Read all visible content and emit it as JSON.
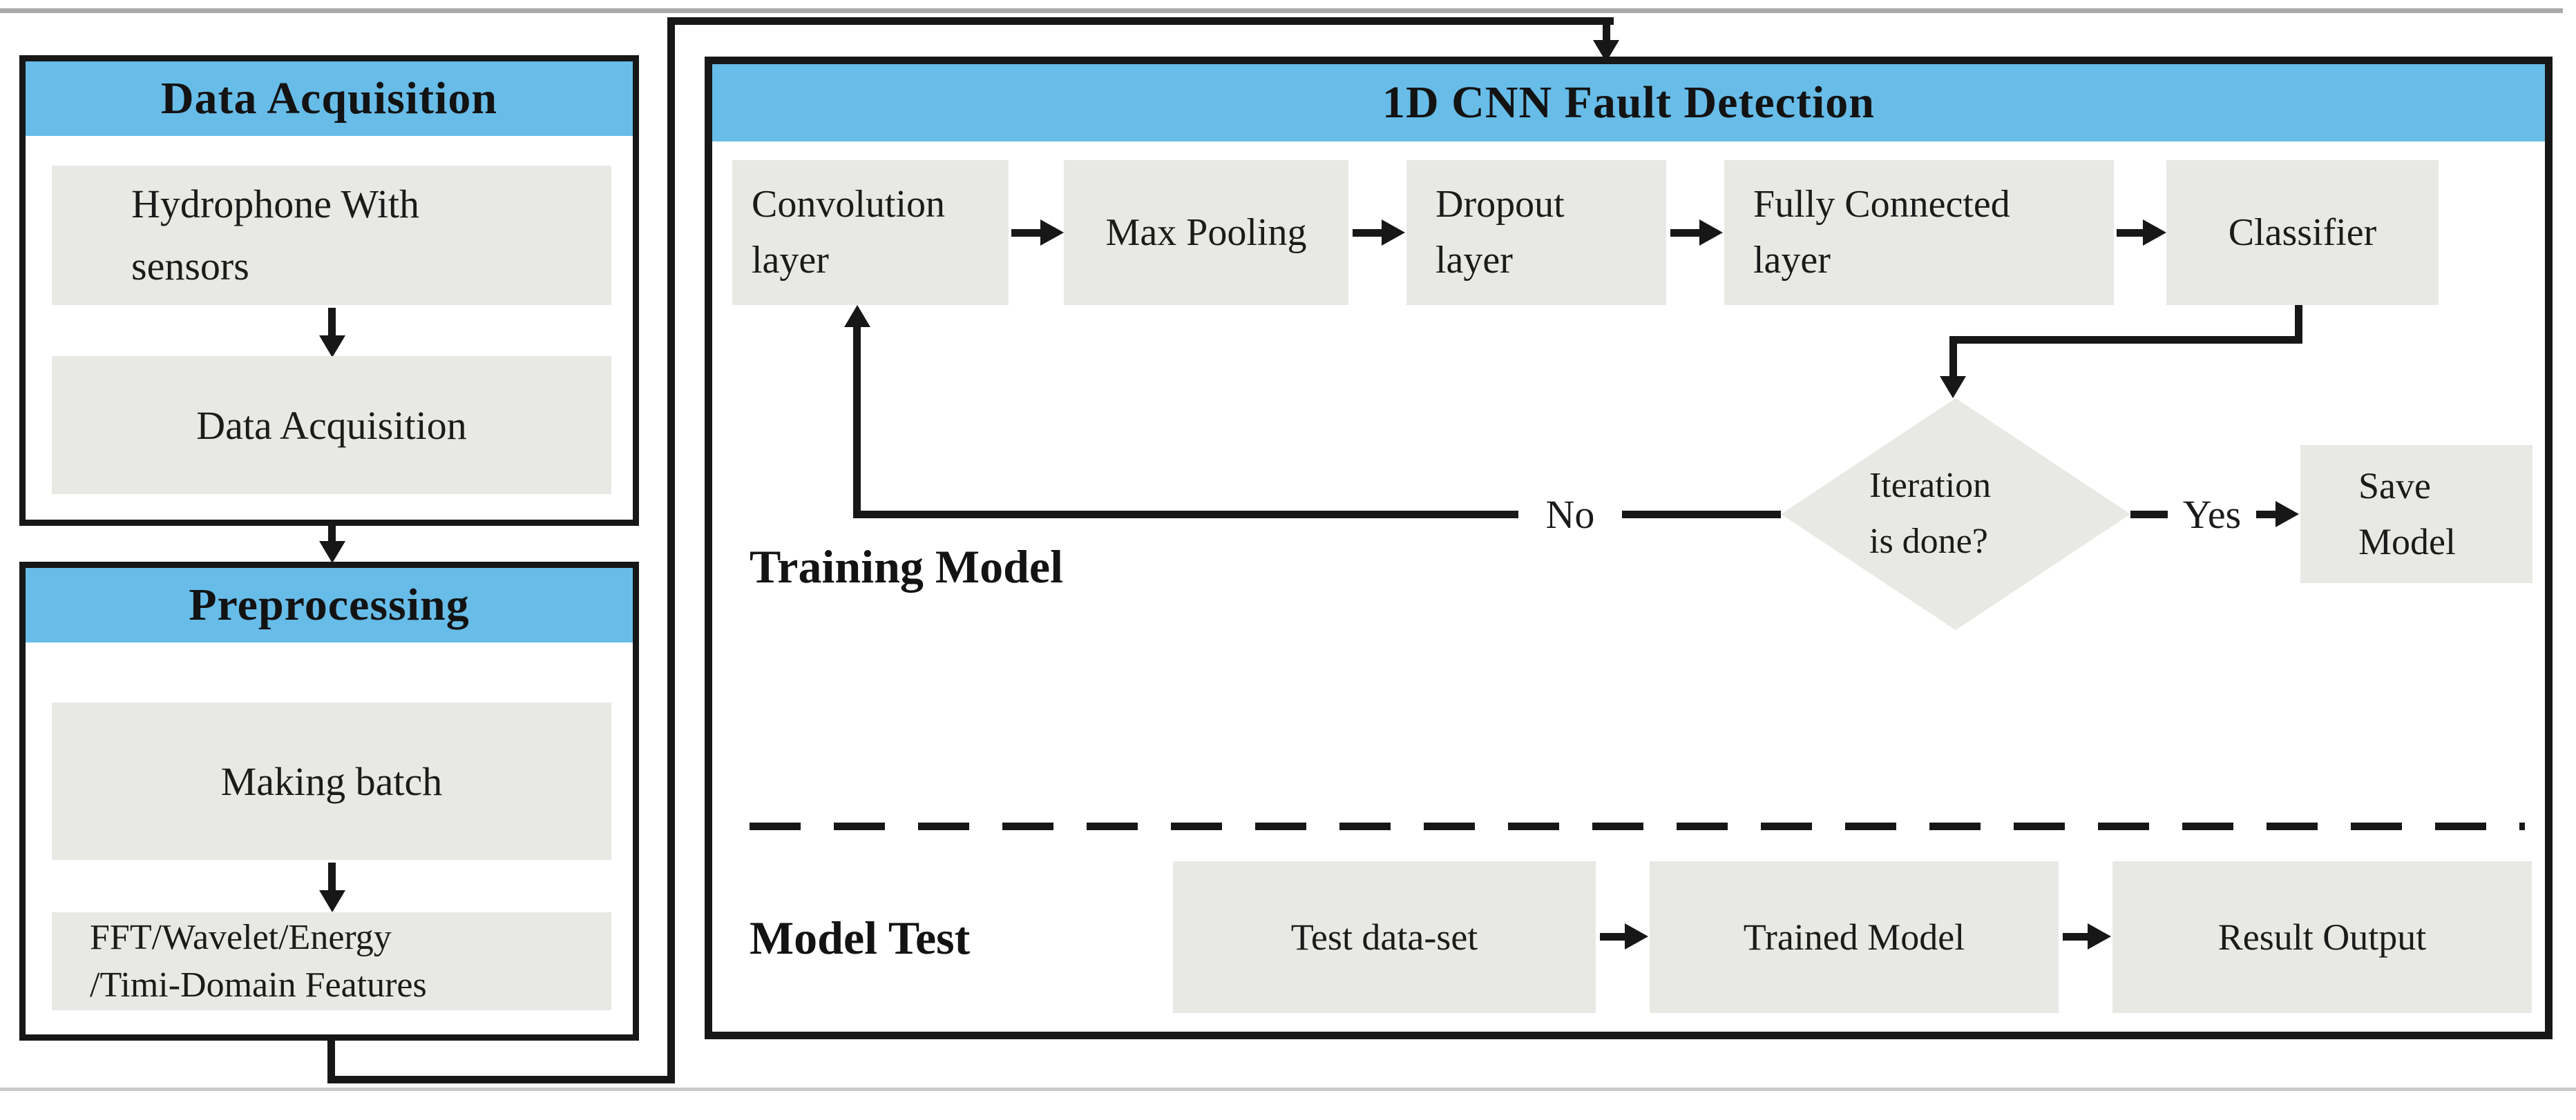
{
  "colors": {
    "accent_blue": "#67bce8",
    "box_gray": "#e8e8e4",
    "line_black": "#171717"
  },
  "data_acquisition_panel": {
    "title": "Data Acquisition",
    "box1_line1": "Hydrophone With",
    "box1_line2": "sensors",
    "box2": "Data Acquisition"
  },
  "preprocessing_panel": {
    "title": "Preprocessing",
    "box1": "Making batch",
    "box2_line1": "FFT/Wavelet/Energy",
    "box2_line2": "/Timi-Domain Features"
  },
  "cnn_panel": {
    "title": "1D CNN Fault Detection",
    "conv_line1": "Convolution",
    "conv_line2": "layer",
    "max_pooling": "Max Pooling",
    "dropout_line1": "Dropout",
    "dropout_line2": "layer",
    "fc_line1": "Fully Connected",
    "fc_line2": "layer",
    "classifier": "Classifier",
    "decision_line1": "Iteration",
    "decision_line2": "is done?",
    "no_label": "No",
    "yes_label": "Yes",
    "save_line1": "Save",
    "save_line2": "Model",
    "training_label": "Training Model",
    "test_label": "Model Test",
    "test_dataset": "Test data-set",
    "trained_model": "Trained Model",
    "result_output": "Result Output"
  }
}
